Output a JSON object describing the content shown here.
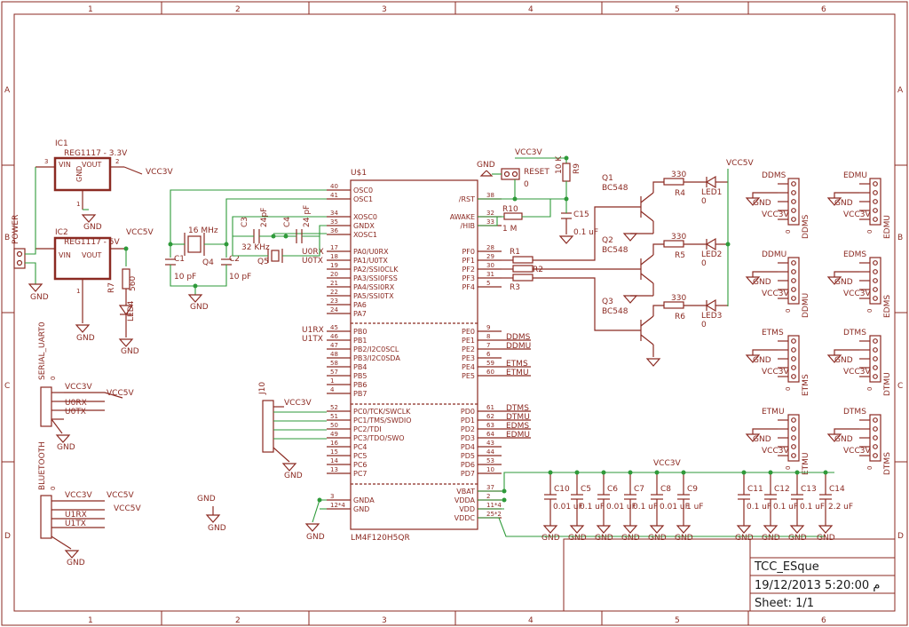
{
  "frame": {
    "cols": [
      "1",
      "2",
      "3",
      "4",
      "5",
      "6"
    ],
    "rows": [
      "A",
      "B",
      "C",
      "D"
    ]
  },
  "title_block": {
    "title": "TCC_ESque",
    "date": "19/12/2013 5:20:00 م",
    "sheet": "Sheet: 1/1"
  },
  "regulators": {
    "ic1": {
      "name": "IC1",
      "part": "REG1117 - 3.3V",
      "vin": "VIN",
      "vout": "VOUT",
      "gnd": "GND",
      "net": "VCC3V"
    },
    "ic2": {
      "name": "IC2",
      "part": "REG1117 - 5V",
      "vin": "VIN",
      "vout": "VOUT",
      "gnd": "GND",
      "net": "VCC5V"
    }
  },
  "power_conn": "POWER",
  "r7": {
    "name": "R7",
    "value": "560"
  },
  "led4": "LED4",
  "mcu": {
    "name": "U$1",
    "part": "LM4F120H5QR",
    "left_pins": [
      {
        "n": "40",
        "l": "OSC0"
      },
      {
        "n": "41",
        "l": "OSC1"
      },
      {
        "n": "34",
        "l": "XOSC0"
      },
      {
        "n": "35",
        "l": "GNDX"
      },
      {
        "n": "36",
        "l": "XOSC1"
      },
      {
        "n": "17",
        "l": "PA0/U0RX"
      },
      {
        "n": "18",
        "l": "PA1/U0TX"
      },
      {
        "n": "19",
        "l": "PA2/SSI0CLK"
      },
      {
        "n": "20",
        "l": "PA3/SSI0FSS"
      },
      {
        "n": "21",
        "l": "PA4/SSI0RX"
      },
      {
        "n": "22",
        "l": "PA5/SSI0TX"
      },
      {
        "n": "23",
        "l": "PA6"
      },
      {
        "n": "24",
        "l": "PA7"
      },
      {
        "n": "45",
        "l": "PB0"
      },
      {
        "n": "46",
        "l": "PB1"
      },
      {
        "n": "47",
        "l": "PB2/I2C0SCL"
      },
      {
        "n": "48",
        "l": "PB3/I2C0SDA"
      },
      {
        "n": "58",
        "l": "PB4"
      },
      {
        "n": "57",
        "l": "PB5"
      },
      {
        "n": "1",
        "l": "PB6"
      },
      {
        "n": "4",
        "l": "PB7"
      },
      {
        "n": "52",
        "l": "PC0/TCK/SWCLK"
      },
      {
        "n": "51",
        "l": "PC1/TMS/SWDIO"
      },
      {
        "n": "50",
        "l": "PC2/TDI"
      },
      {
        "n": "49",
        "l": "PC3/TDO/SWO"
      },
      {
        "n": "16",
        "l": "PC4"
      },
      {
        "n": "15",
        "l": "PC5"
      },
      {
        "n": "14",
        "l": "PC6"
      },
      {
        "n": "13",
        "l": "PC7"
      },
      {
        "n": "3",
        "l": "GNDA"
      },
      {
        "n": "12*4",
        "l": "GND"
      }
    ],
    "right_pins": [
      {
        "n": "38",
        "l": "/RST"
      },
      {
        "n": "32",
        "l": "AWAKE"
      },
      {
        "n": "33",
        "l": "/HIB"
      },
      {
        "n": "28",
        "l": "PF0"
      },
      {
        "n": "29",
        "l": "PF1"
      },
      {
        "n": "30",
        "l": "PF2"
      },
      {
        "n": "31",
        "l": "PF3"
      },
      {
        "n": "5",
        "l": "PF4"
      },
      {
        "n": "9",
        "l": "PE0"
      },
      {
        "n": "8",
        "l": "PE1"
      },
      {
        "n": "7",
        "l": "PE2"
      },
      {
        "n": "6",
        "l": "PE3"
      },
      {
        "n": "59",
        "l": "PE4"
      },
      {
        "n": "60",
        "l": "PE5"
      },
      {
        "n": "61",
        "l": "PD0"
      },
      {
        "n": "62",
        "l": "PD1"
      },
      {
        "n": "63",
        "l": "PD2"
      },
      {
        "n": "64",
        "l": "PD3"
      },
      {
        "n": "43",
        "l": "PD4"
      },
      {
        "n": "44",
        "l": "PD5"
      },
      {
        "n": "53",
        "l": "PD6"
      },
      {
        "n": "10",
        "l": "PD7"
      },
      {
        "n": "37",
        "l": "VBAT"
      },
      {
        "n": "2",
        "l": "VDDA"
      },
      {
        "n": "11*4",
        "l": "VDD"
      },
      {
        "n": "25*2",
        "l": "VDDC"
      }
    ],
    "net_u0rx": "U0RX",
    "net_u0tx": "U0TX",
    "net_u1rx": "U1RX",
    "net_u1tx": "U1TX"
  },
  "crystals": {
    "q4_freq": "16 MHz",
    "q4": "Q4",
    "q5_freq": "32 KHz",
    "q5": "Q5"
  },
  "caps": {
    "c1": "C1",
    "c1v": "10 pF",
    "c2": "C2",
    "c2v": "10 pF",
    "c3": "C3",
    "c3v": "24pF",
    "c4": "C4",
    "c4v": "24 pF",
    "c15": "C15",
    "c15v": "0.1 uF",
    "bank": [
      {
        "n": "C10",
        "v": "0.01 uF"
      },
      {
        "n": "C5",
        "v": "0.1 uF"
      },
      {
        "n": "C6",
        "v": "0.01 uF"
      },
      {
        "n": "C7",
        "v": "0.1 uF"
      },
      {
        "n": "C8",
        "v": "0.01 uF"
      },
      {
        "n": "C9",
        "v": "1 uF"
      },
      {
        "n": "C11",
        "v": "0.1 uF"
      },
      {
        "n": "C12",
        "v": "0.1 uF"
      },
      {
        "n": "C13",
        "v": "0.1 uF"
      },
      {
        "n": "C14",
        "v": "2.2 uF"
      }
    ]
  },
  "reset": {
    "label": "RESET",
    "r9": "R9",
    "r9v": "10 K",
    "r10": "R10",
    "r10v": "1 M",
    "zero": "0"
  },
  "resistors": {
    "r1": "R1",
    "r2": "R2",
    "r3": "R3",
    "r4": "R4",
    "r5": "R5",
    "r6": "R6",
    "v330": "330"
  },
  "transistors": [
    {
      "n": "Q1",
      "p": "BC548"
    },
    {
      "n": "Q2",
      "p": "BC548"
    },
    {
      "n": "Q3",
      "p": "BC548"
    }
  ],
  "leds": [
    "LED1",
    "LED2",
    "LED3"
  ],
  "nets": {
    "vcc3": "VCC3V",
    "vcc5": "VCC5V",
    "gnd": "GND",
    "ddms": "DDMS",
    "ddmu": "DDMU",
    "edms": "EDMS",
    "edmu": "EDMU",
    "etms": "ETMS",
    "etmu": "ETMU",
    "dtms": "DTMS",
    "dtmu": "DTMU"
  },
  "connectors": {
    "serial": "SERIAL_UART0",
    "bluetooth": "BLUETOOTH",
    "j10": "J10",
    "motor": [
      {
        "net": "DDMS",
        "ref": "DDMS"
      },
      {
        "net": "EDMU",
        "ref": "EDMU"
      },
      {
        "net": "DDMU",
        "ref": "DDMU"
      },
      {
        "net": "EDMS",
        "ref": "EDMS"
      },
      {
        "net": "ETMS",
        "ref": "ETMS"
      },
      {
        "net": "DTMS",
        "ref": "DTMU"
      },
      {
        "net": "ETMU",
        "ref": "ETMU"
      },
      {
        "net": "DTMS",
        "ref": "DTMS"
      }
    ]
  }
}
